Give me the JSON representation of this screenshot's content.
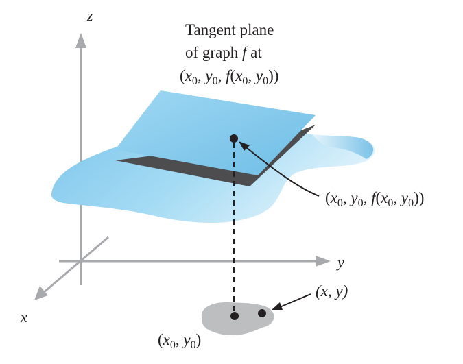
{
  "axes": {
    "x": "x",
    "y": "y",
    "z": "z"
  },
  "caption": {
    "line1": "Tangent plane",
    "line2_prefix": "of graph ",
    "line2_f": "f",
    "line2_suffix": " at"
  },
  "point_label": {
    "open": "(",
    "x": "x",
    "x_sub": "0",
    "sep1": ", ",
    "y": "y",
    "y_sub": "0",
    "sep2": ", ",
    "f": "f",
    "paren": "(",
    "x2": "x",
    "x2_sub": "0",
    "sep3": ", ",
    "y2": "y",
    "y2_sub": "0",
    "close": "))"
  },
  "domain_labels": {
    "xy": "(x, y)",
    "base_open": "(",
    "base_x": "x",
    "base_x_sub": "0",
    "base_sep": ", ",
    "base_y": "y",
    "base_y_sub": "0",
    "base_close": ")"
  },
  "colors": {
    "surface": "#8fd0ef",
    "plane": "#7cc4ea",
    "shadow": "#4d4d4f",
    "axis": "#a7a9ac",
    "domain": "#bcbec0",
    "ink": "#231f20"
  }
}
